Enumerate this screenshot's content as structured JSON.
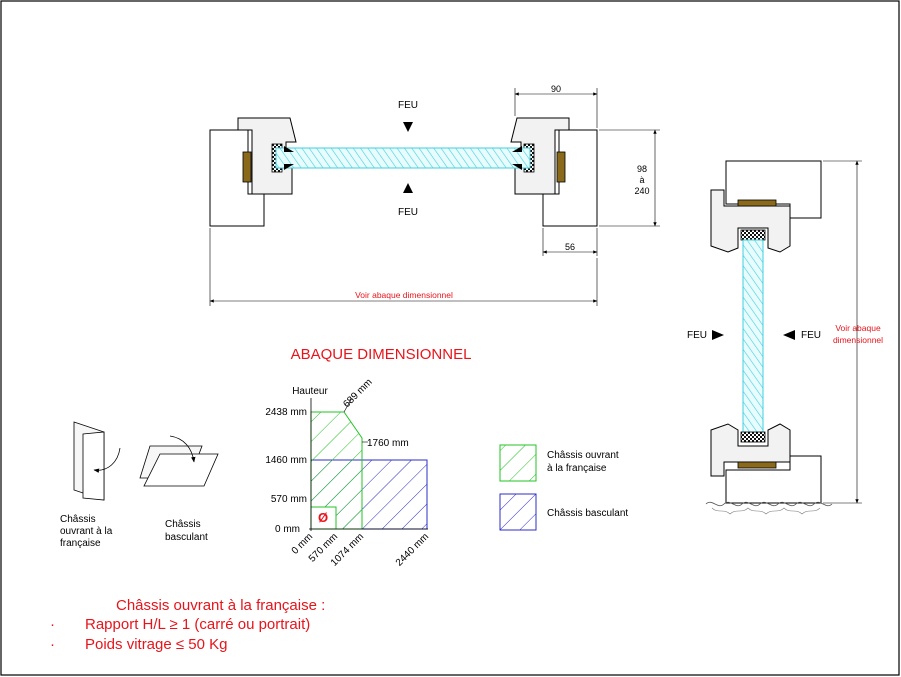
{
  "labels": {
    "feu": "FEU",
    "dim_90": "90",
    "dim_98": "98",
    "dim_a": "à",
    "dim_240": "240",
    "dim_56": "56",
    "voir_abaque": "Voir abaque dimensionnel",
    "voir_abaque_line1": "Voir abaque",
    "voir_abaque_line2": "dimensionnel"
  },
  "abaque": {
    "title": "ABAQUE DIMENSIONNEL",
    "hauteur": "Hauteur",
    "y_ticks": [
      "2438 mm",
      "1460 mm",
      "570 mm",
      "0 mm"
    ],
    "x_ticks": [
      "0 mm",
      "570 mm",
      "1074 mm",
      "2440 mm"
    ],
    "label_689": "689 mm",
    "label_1760": "1760 mm",
    "diameter": "Ø",
    "legend_green_1": "Châssis ouvrant",
    "legend_green_2": "à la française",
    "legend_blue": "Châssis basculant"
  },
  "icons": {
    "left_1": "Châssis",
    "left_2": "ouvrant à la",
    "left_3": "française",
    "right_1": "Châssis",
    "right_2": "basculant"
  },
  "notes": {
    "title": "Châssis ouvrant à la française :",
    "bullet": "·",
    "line1": "Rapport H/L ≥ 1 (carré ou portrait)",
    "line2": "Poids vitrage ≤ 50 Kg"
  },
  "colors": {
    "red": "#e8141b",
    "green": "#22c322",
    "blue": "#2c2cc8",
    "glass": "#40d0e0",
    "seal": "#8a6a1a",
    "frame_fill": "#f2f2f2"
  }
}
